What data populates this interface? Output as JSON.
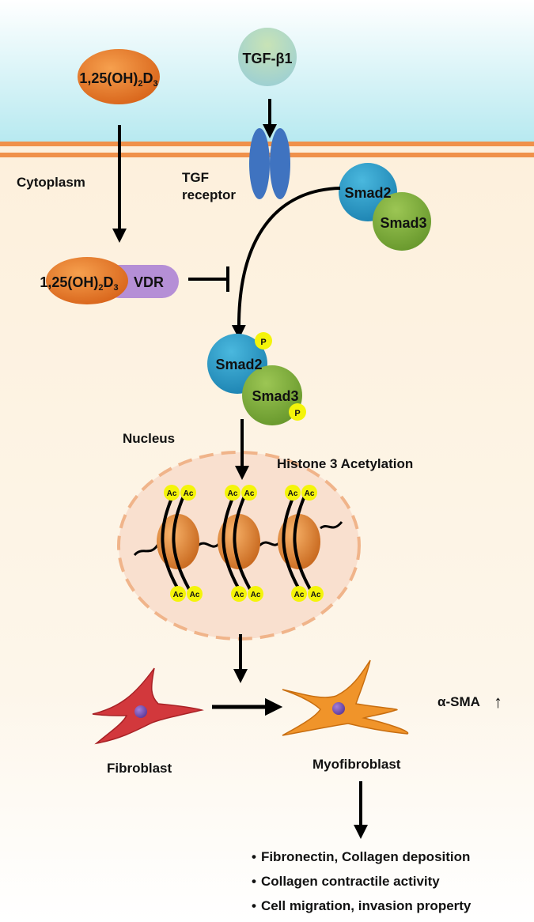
{
  "compartments": {
    "cytoplasm": "Cytoplasm",
    "nucleus": "Nucleus"
  },
  "molecules": {
    "vitd_top": {
      "base": "1,25(OH)",
      "sub1": "2",
      "mid": "D",
      "sub2": "3"
    },
    "tgf_ligand": "TGF-β1",
    "receptor_line1": "TGF",
    "receptor_line2": "receptor",
    "smad2": "Smad2",
    "smad3": "Smad3",
    "vitd_complex": {
      "base": "1,25(OH)",
      "sub1": "2",
      "mid": "D",
      "sub2": "3"
    },
    "vdr": "VDR",
    "phospho": "P",
    "acetyl": "Ac"
  },
  "process": {
    "histone": "Histone 3 Acetylation"
  },
  "cells": {
    "fibroblast": "Fibroblast",
    "myofibroblast": "Myofibroblast",
    "marker": "α-SMA",
    "marker_arrow": "↑"
  },
  "outcomes": [
    "Fibronectin, Collagen deposition",
    "Collagen contractile activity",
    "Cell migration, invasion property"
  ],
  "bullet": "•",
  "colors": {
    "extracellular_top": "#bfeef3",
    "cytoplasm": "#fdf3e1",
    "membrane": "#f0914a",
    "receptor": "#3f73c0",
    "vitd": "#e67a26",
    "tgf": "#b5d9b0",
    "vdr": "#b58fd6",
    "smad2": "#2f9fc8",
    "smad3": "#7fad3a",
    "phospho": "#f4f40a",
    "nucleus_fill": "#f9e0cf",
    "nucleus_border": "#f0b48a",
    "nucleosome": "#e68a3a",
    "fibroblast": "#d2383c",
    "myofibroblast": "#f0942a",
    "cell_nucleus": "#7b4fb5"
  }
}
